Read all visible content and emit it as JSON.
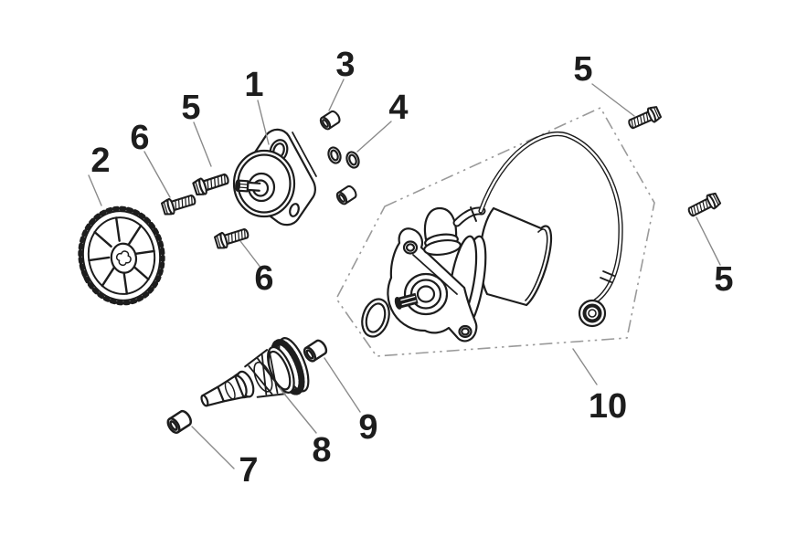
{
  "figure_type": "exploded-parts-diagram",
  "colors": {
    "background": "#ffffff",
    "line": "#1d1d1d",
    "leader": "#8a8a8a",
    "boundary": "#9a9a9a",
    "text": "#1d1d1d"
  },
  "callouts": [
    {
      "number": "1"
    },
    {
      "number": "2"
    },
    {
      "number": "3"
    },
    {
      "number": "4"
    },
    {
      "number": "5"
    },
    {
      "number": "5"
    },
    {
      "number": "5"
    },
    {
      "number": "6"
    },
    {
      "number": "6"
    },
    {
      "number": "7"
    },
    {
      "number": "8"
    },
    {
      "number": "9"
    },
    {
      "number": "10"
    }
  ]
}
